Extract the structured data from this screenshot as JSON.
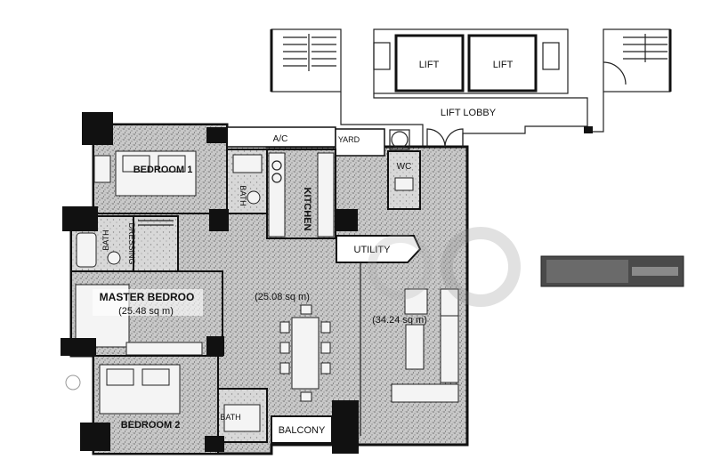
{
  "rooms": {
    "lift_left": "LIFT",
    "lift_right": "LIFT",
    "lift_lobby": "LIFT LOBBY",
    "ac": "A/C",
    "yard": "YARD",
    "wc": "WC",
    "bedroom1": "BEDROOM 1",
    "kitchen": "KITCHEN",
    "bath_top": "BATH",
    "bath_master": "BATH",
    "dressing": "DRESSING",
    "utility": "UTILITY",
    "master_bedroom": "MASTER BEDROO",
    "master_area": "(25.48 sq m)",
    "dining_area": "(25.08 sq m)",
    "living_area": "(34.24 sq m)",
    "bedroom2": "BEDROOM 2",
    "bath_bottom": "BATH",
    "balcony": "BALCONY"
  },
  "colors": {
    "ink": "#111111",
    "floor": "#bdbdbd",
    "paper": "#ffffff"
  }
}
